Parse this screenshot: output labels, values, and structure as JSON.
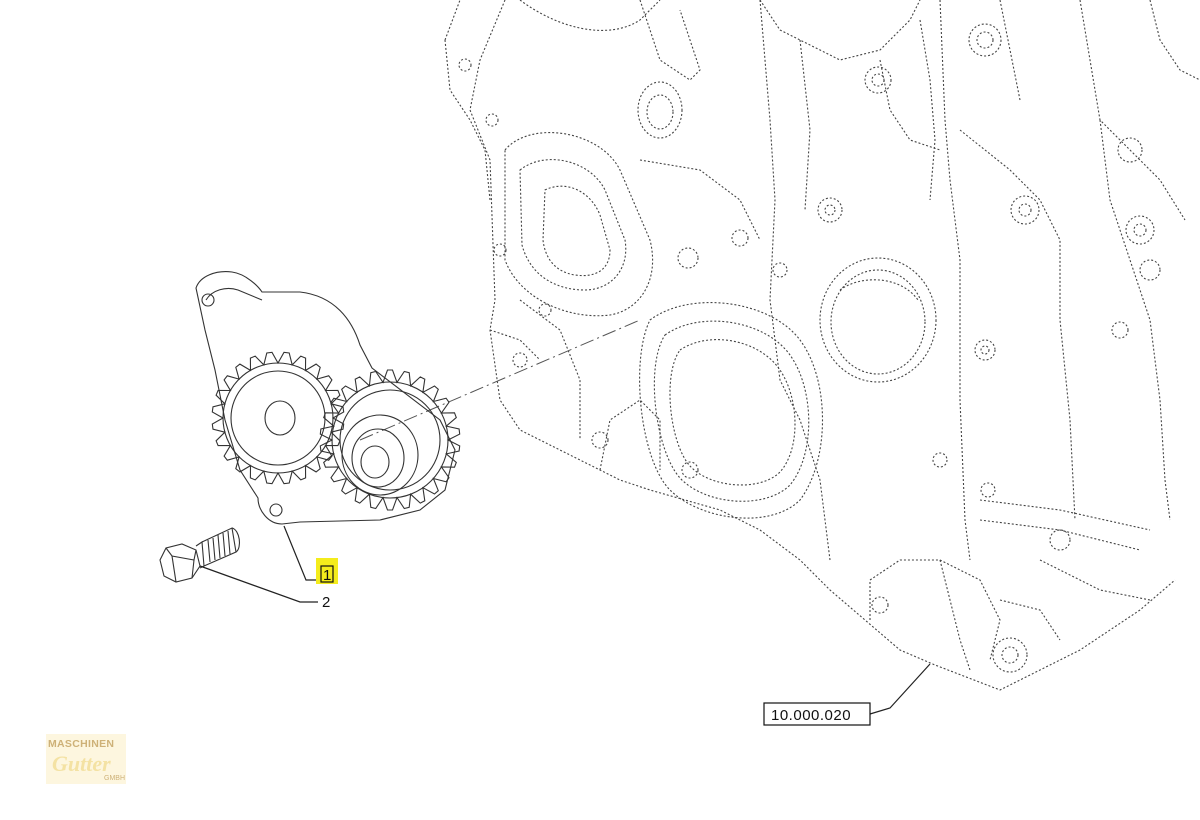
{
  "callouts": {
    "item1": "1",
    "item2": "2",
    "reference": "10.000.020"
  },
  "watermark": {
    "line1": "MASCHINEN",
    "line2": "Gutter",
    "line3": "GMBH"
  },
  "colors": {
    "highlight": "#f4ec1c",
    "line": "#333333",
    "watermark": "#e9d27a"
  }
}
